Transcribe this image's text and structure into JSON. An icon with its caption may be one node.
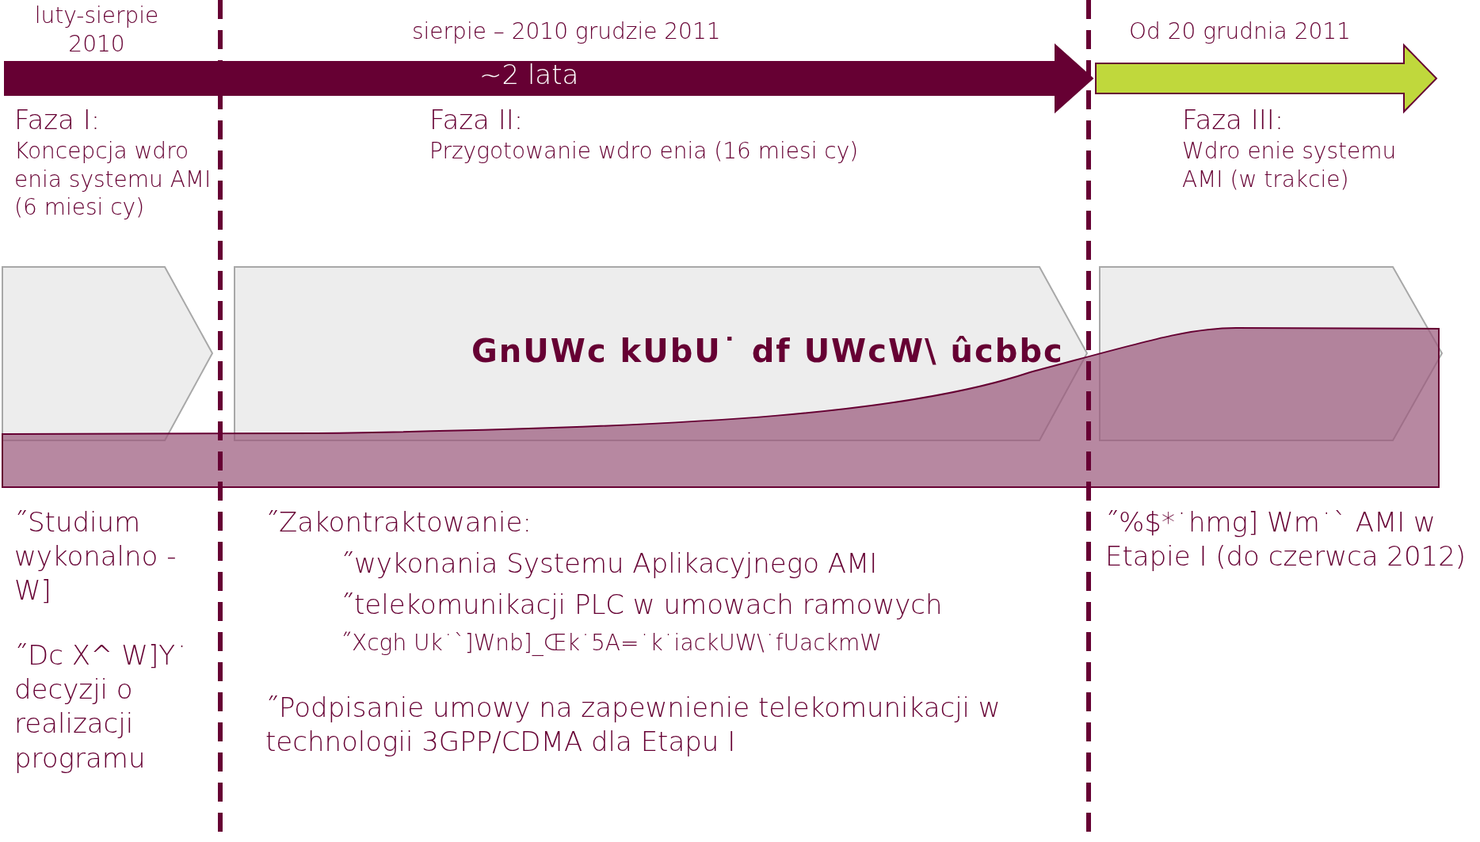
{
  "diagram": {
    "nodes": [
      {
        "text": [
          "~2 lata"
        ]
      },
      {
        "text": [],
        "shape": "arrow"
      }
    ],
    "edges": [],
    "labels": [
      "luty-sierpie 2010",
      "sierpie – 2010 grudzie 2011",
      "Od 20 grudnia 2011",
      "Faza I:",
      "Koncepcja wdro enia systemu AMI (6 miesi cy)",
      "Faza II:",
      "Przygotowanie wdro enia (16 miesi cy)",
      "Faza III:",
      "Wdro enie systemu AMI (w trakcie)",
      "GnUWc kUbU˙ df UWcW\\ ûcbbc",
      "˝Studium wykonalno - W]",
      "˝Dc X^ W]Y˙ decyzji o realizacji programu",
      "˝Zakontraktowanie:",
      "˝wykonania Systemu Aplikacyjnego AMI",
      "˝telekomunikacji PLC w umowach ramowych",
      "˝Xcgh Uk˙`]Wnb]_Œk˙5A=˙k˙iackUW\\˙fUackmW",
      "˝Podpisanie umowy na zapewnienie telekomunikacji w technologii 3GPP/CDMA dla Etapu I",
      "˝%$*˙hmg] Wm˙` AMI w Etapie I (do czerwca 2012)"
    ]
  }
}
